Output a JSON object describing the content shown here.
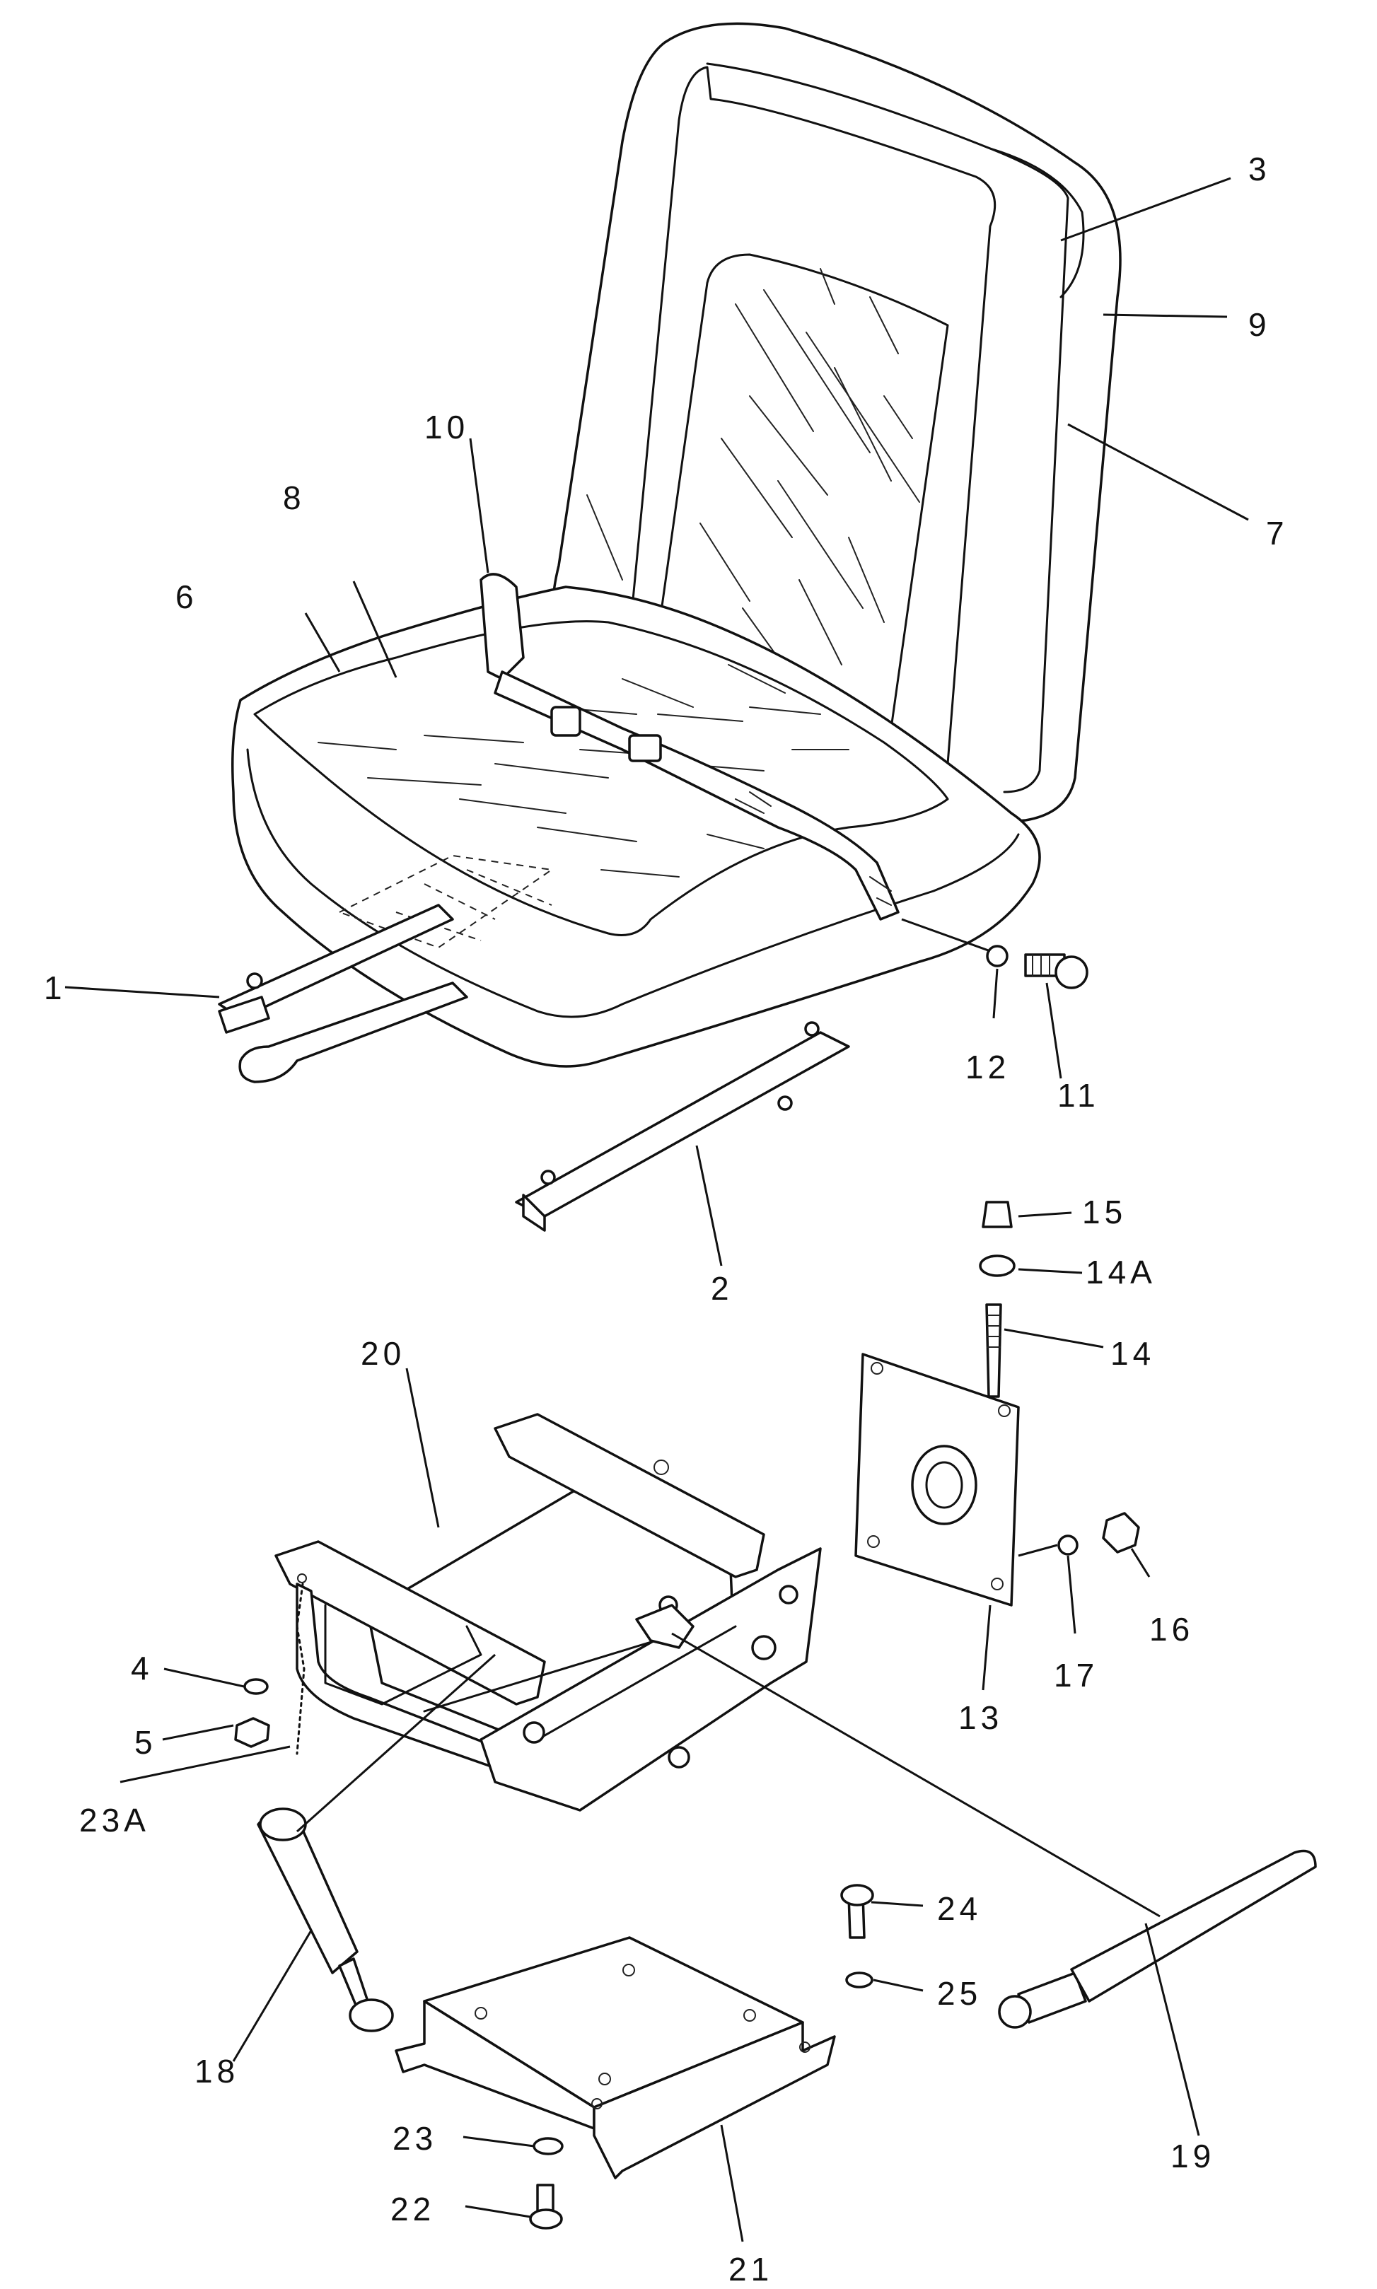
{
  "callouts": {
    "c1": "1",
    "c2": "2",
    "c3": "3",
    "c4": "4",
    "c5": "5",
    "c6": "6",
    "c7": "7",
    "c8": "8",
    "c9": "9",
    "c10": "10",
    "c11": "11",
    "c12": "12",
    "c13": "13",
    "c14": "14",
    "c14a": "14A",
    "c15": "15",
    "c16": "16",
    "c17": "17",
    "c18": "18",
    "c19": "19",
    "c20": "20",
    "c21": "21",
    "c22": "22",
    "c23": "23",
    "c23a": "23A",
    "c24": "24",
    "c25": "25"
  }
}
